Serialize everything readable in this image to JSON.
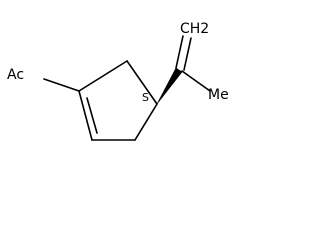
{
  "molecule": {
    "labels": {
      "acetyl": "Ac",
      "methylene": "CH2",
      "methyl": "Me",
      "stereo_descriptor": "S"
    }
  },
  "colors": {
    "bond": "#000000",
    "text": "#000000",
    "background": "#ffffff"
  }
}
